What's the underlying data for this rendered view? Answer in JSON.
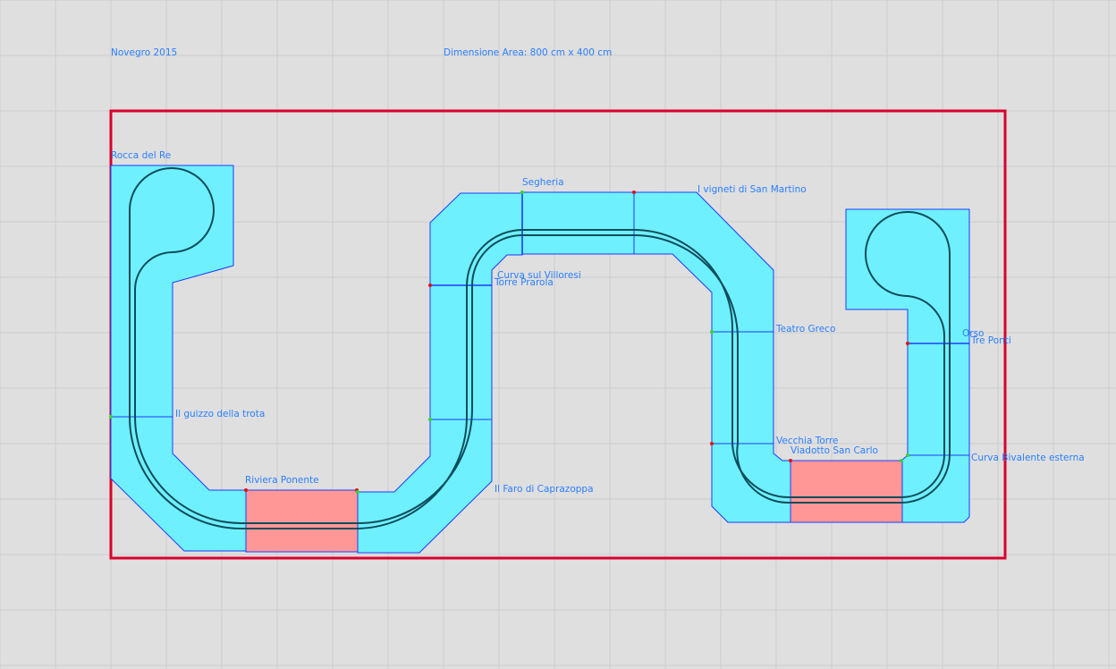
{
  "header": {
    "date": "Novegro 2015",
    "area": "Dimensione Area: 800 cm x 400 cm"
  },
  "colors": {
    "background": "#dfdfdf",
    "grid": "#cdcdcd",
    "border": "#d9002e",
    "track_fill": "#6ff0ff",
    "track_outline": "#1b3cff",
    "bridge_fill": "#ff9797",
    "rail": "#0d4d5a",
    "label": "#2a7fff"
  },
  "labels": {
    "rocca": "Rocca del Re",
    "guizzo": "Il guizzo della trota",
    "riviera": "Riviera Ponente",
    "faro": "Il Faro di Caprazoppa",
    "segheria": "Segheria",
    "vigneti": "I vigneti di San Martino",
    "villoresi": "Curva sul Villoresi",
    "prarola": "Torre Prarola",
    "teatro": "Teatro Greco",
    "vecchia": "Vecchia Torre",
    "viadotto": "Viadotto San Carlo",
    "orso": "Orso",
    "treponti": "Tre Ponti",
    "bivalente": "Curva Bivalente esterna"
  }
}
